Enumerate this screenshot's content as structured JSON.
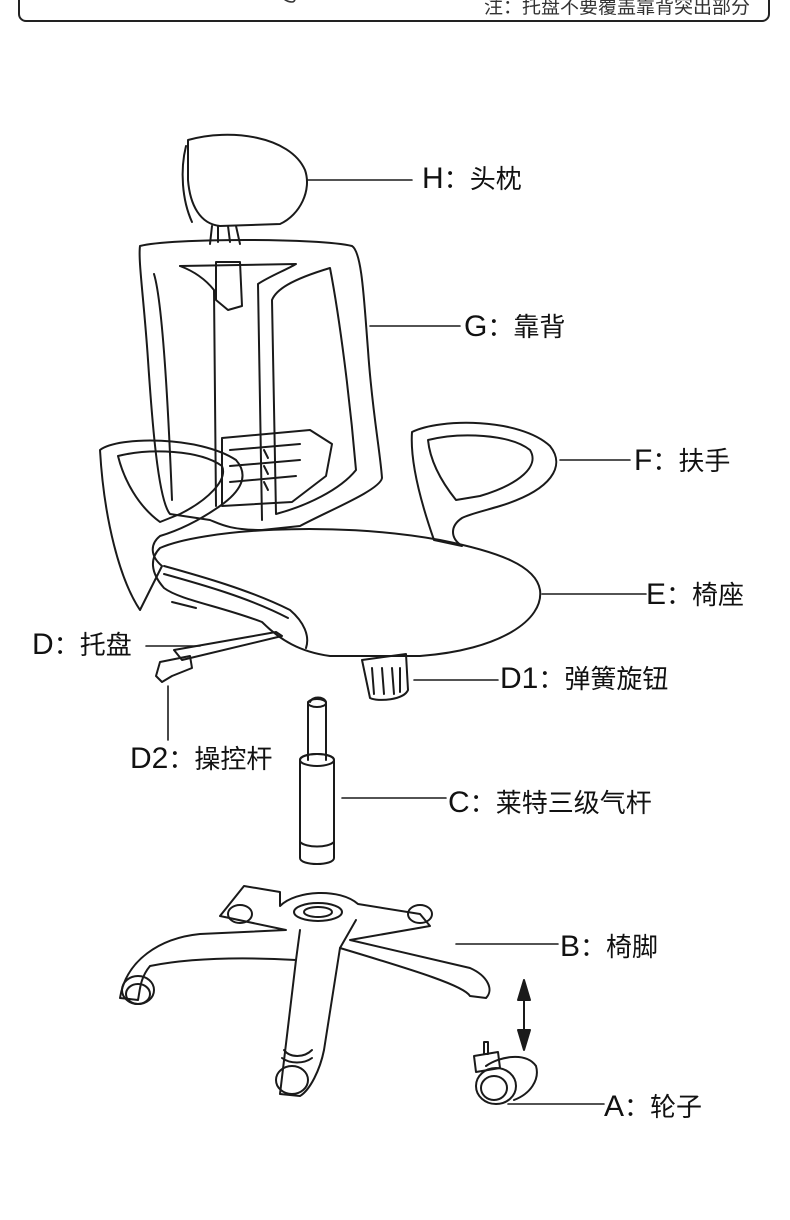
{
  "top_note": "注：托盘不要覆盖靠背突出部分",
  "parts": {
    "H": {
      "code": "H",
      "name": "头枕"
    },
    "G": {
      "code": "G",
      "name": "靠背"
    },
    "F": {
      "code": "F",
      "name": "扶手"
    },
    "E": {
      "code": "E",
      "name": "椅座"
    },
    "D": {
      "code": "D",
      "name": "托盘"
    },
    "D1": {
      "code": "D1",
      "name": "弹簧旋钮"
    },
    "D2": {
      "code": "D2",
      "name": "操控杆"
    },
    "C": {
      "code": "C",
      "name": "莱特三级气杆"
    },
    "B": {
      "code": "B",
      "name": "椅脚"
    },
    "A": {
      "code": "A",
      "name": "轮子"
    }
  },
  "separator": "："
}
